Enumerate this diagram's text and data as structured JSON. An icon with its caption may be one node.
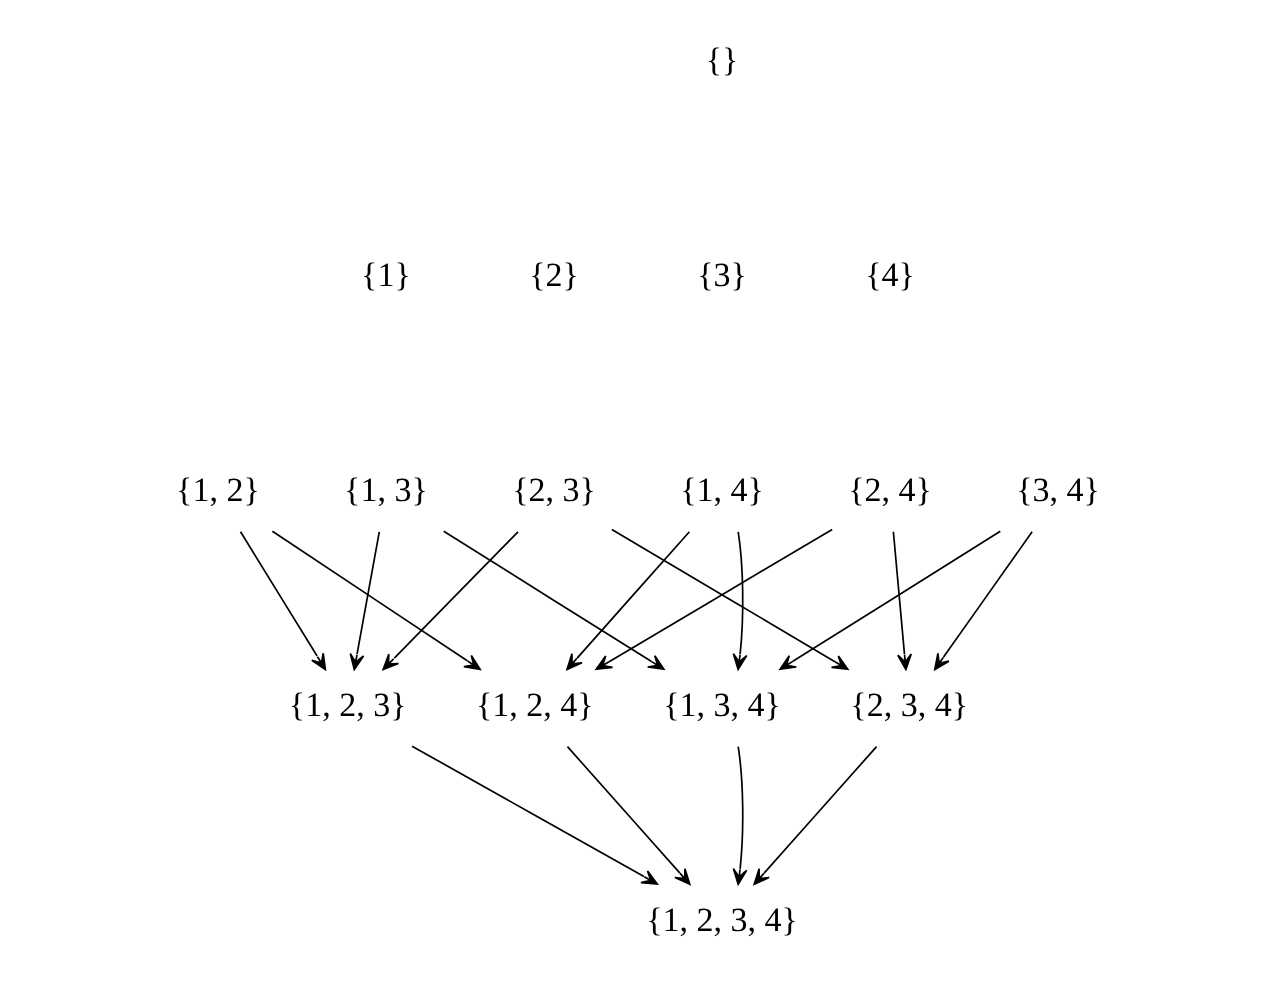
{
  "diagram": {
    "nodes": [
      {
        "text": [
          "{}"
        ]
      },
      {
        "text": [
          "{1}"
        ]
      },
      {
        "text": [
          "{2}"
        ]
      },
      {
        "text": [
          "{3}"
        ]
      },
      {
        "text": [
          "{4}"
        ]
      },
      {
        "text": [
          "{1, 2}"
        ]
      },
      {
        "text": [
          "{1, 3}"
        ]
      },
      {
        "text": [
          "{2, 3}"
        ]
      },
      {
        "text": [
          "{1, 4}"
        ]
      },
      {
        "text": [
          "{2, 4}"
        ]
      },
      {
        "text": [
          "{3, 4}"
        ]
      },
      {
        "text": [
          "{1, 2, 3}"
        ]
      },
      {
        "text": [
          "{1, 2, 4}"
        ]
      },
      {
        "text": [
          "{1, 3, 4}"
        ]
      },
      {
        "text": [
          "{2, 3, 4}"
        ]
      },
      {
        "text": [
          "{1, 2, 3, 4}"
        ]
      }
    ],
    "edges": [
      {
        "from": 5,
        "to": 11,
        "arrow": "to"
      },
      {
        "from": 5,
        "to": 12,
        "arrow": "to"
      },
      {
        "from": 6,
        "to": 11,
        "arrow": "to"
      },
      {
        "from": 6,
        "to": 13,
        "arrow": "to"
      },
      {
        "from": 7,
        "to": 11,
        "arrow": "to"
      },
      {
        "from": 7,
        "to": 14,
        "arrow": "to"
      },
      {
        "from": 8,
        "to": 12,
        "arrow": "to"
      },
      {
        "from": 8,
        "to": 13,
        "arrow": "to"
      },
      {
        "from": 9,
        "to": 12,
        "arrow": "to"
      },
      {
        "from": 9,
        "to": 14,
        "arrow": "to"
      },
      {
        "from": 10,
        "to": 13,
        "arrow": "to"
      },
      {
        "from": 10,
        "to": 14,
        "arrow": "to"
      },
      {
        "from": 11,
        "to": 15,
        "arrow": "to"
      },
      {
        "from": 12,
        "to": 15,
        "arrow": "to"
      },
      {
        "from": 13,
        "to": 15,
        "arrow": "to"
      },
      {
        "from": 14,
        "to": 15,
        "arrow": "to"
      }
    ]
  }
}
